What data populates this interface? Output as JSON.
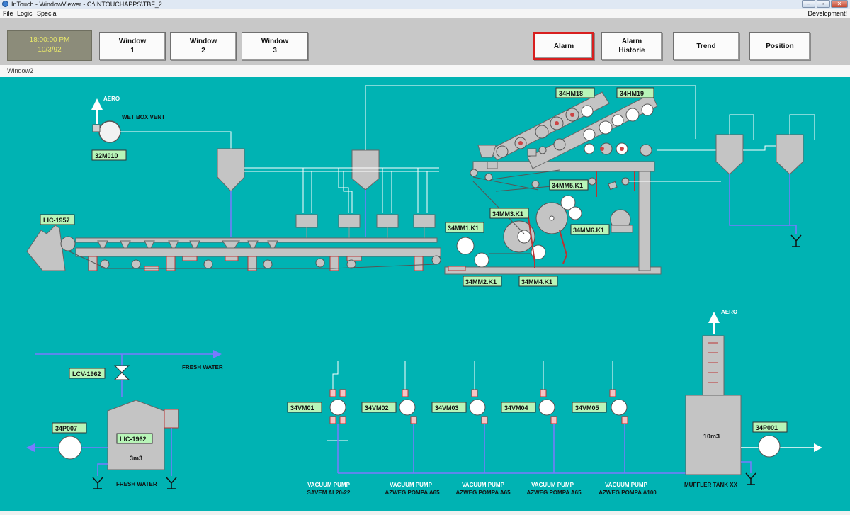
{
  "window": {
    "title": "InTouch - WindowViewer - C:\\INTOUCHAPPS\\TBF_2",
    "controls": [
      "–",
      "▫",
      "✕"
    ]
  },
  "menu": {
    "items": [
      "File",
      "Logic",
      "Special"
    ],
    "right": "Development!"
  },
  "clock": {
    "time": "18:00:00 PM",
    "date": "10/3/92"
  },
  "toolbar": {
    "buttons": [
      {
        "line1": "Window",
        "line2": "1"
      },
      {
        "line1": "Window",
        "line2": "2"
      },
      {
        "line1": "Window",
        "line2": "3"
      },
      {
        "line1": "Alarm",
        "line2": ""
      },
      {
        "line1": "Alarm",
        "line2": "Historie"
      },
      {
        "line1": "Trend",
        "line2": ""
      },
      {
        "line1": "Position",
        "line2": ""
      }
    ]
  },
  "subwindow": {
    "label": "Window2"
  },
  "colors": {
    "background": "#00b3b3",
    "equipment": "#c4c4c4",
    "tag_bg": "#b8f5b8",
    "flow_line": "#7a7aff",
    "alarm_border": "#d81f1f"
  },
  "process": {
    "aero_top": "AERO",
    "wet_box_vent": "WET BOX VENT",
    "tags": {
      "m010": "32M010",
      "lic1957": "LIC-1957",
      "hm18": "34HM18",
      "hm19": "34HM19",
      "mm5": "34MM5.K1",
      "mm3": "34MM3.K1",
      "mm1": "34MM1.K1",
      "mm6": "34MM6.K1",
      "mm2": "34MM2.K1",
      "mm4": "34MM4.K1",
      "lcv1962": "LCV-1962",
      "p007": "34P007",
      "lic1962": "LIC-1962",
      "vm01": "34VM01",
      "vm02": "34VM02",
      "vm03": "34VM03",
      "vm04": "34VM04",
      "vm05": "34VM05",
      "p001": "34P001"
    },
    "fresh_water_top": "FRESH WATER",
    "fresh_water_bottom": "FRESH WATER",
    "tank_small_volume": "3m3",
    "aero_bottom": "AERO",
    "muffler_volume": "10m3",
    "muffler_label": "MUFFLER TANK XX",
    "pumps": [
      {
        "line1": "VACUUM PUMP",
        "line2": "SAVEM AL20-22"
      },
      {
        "line1": "VACUUM PUMP",
        "line2": "AZWEG POMPA A65"
      },
      {
        "line1": "VACUUM PUMP",
        "line2": "AZWEG POMPA A65"
      },
      {
        "line1": "VACUUM PUMP",
        "line2": "AZWEG POMPA A65"
      },
      {
        "line1": "VACUUM PUMP",
        "line2": "AZWEG POMPA A100"
      }
    ]
  }
}
